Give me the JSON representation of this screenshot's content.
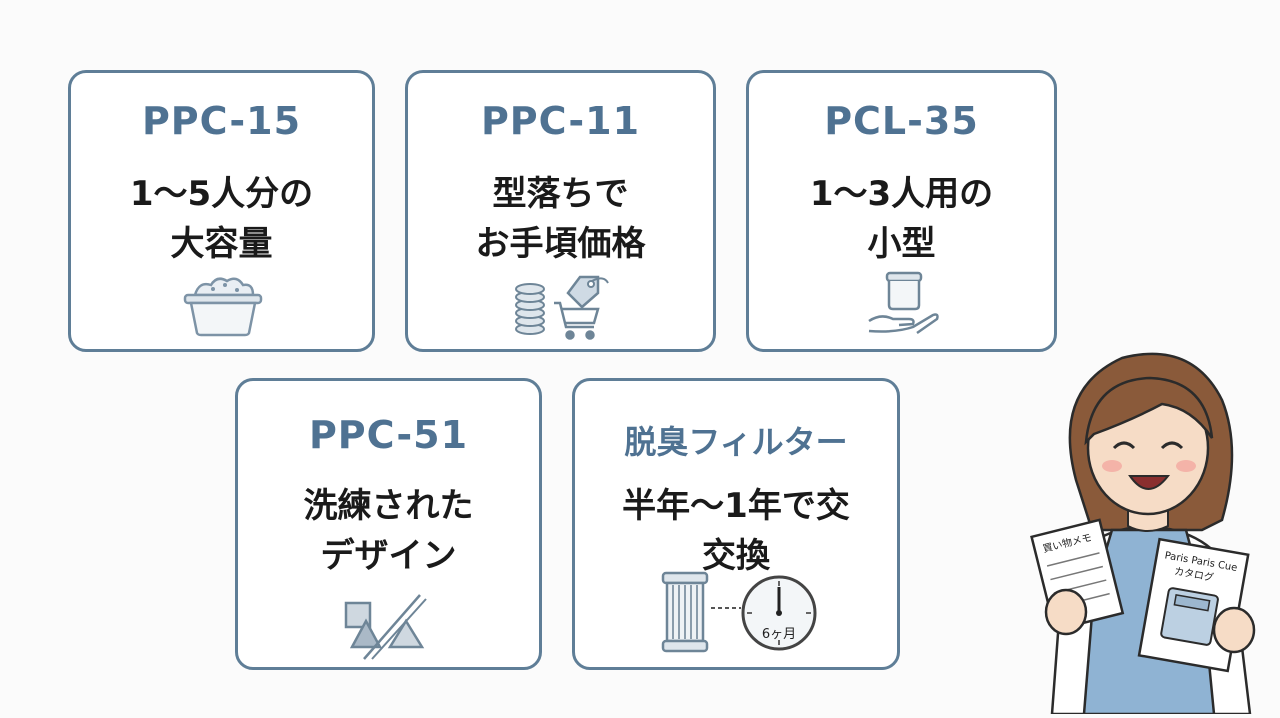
{
  "cards": [
    {
      "model": "PPC-15",
      "desc": [
        "1〜5人分の",
        "大容量"
      ],
      "icon": "rice-tub-icon"
    },
    {
      "model": "PPC-11",
      "desc": [
        "型落ちで",
        "お手頃価格"
      ],
      "icon": "coins-cart-tag-icon"
    },
    {
      "model": "PCL-35",
      "desc": [
        "1〜3人用の",
        "小型"
      ],
      "icon": "small-container-hand-icon"
    },
    {
      "model": "PPC-51",
      "desc": [
        "洗練された",
        "デザイン"
      ],
      "icon": "geometric-shapes-icon"
    },
    {
      "model": "脱臭フィルター",
      "desc": [
        "半年〜1年で交",
        "交換"
      ],
      "icon": "filter-clock-icon",
      "clock_label": "6ヶ月"
    }
  ],
  "character": {
    "memo_label": "買い物メモ",
    "catalog_title": [
      "Paris Paris Cue",
      "カタログ"
    ]
  },
  "colors": {
    "border": "#5f7e97",
    "model_text": "#4f7292",
    "body_text": "#1a1a1a",
    "apron": "#8fb3d3",
    "hair": "#8a5a3a"
  }
}
